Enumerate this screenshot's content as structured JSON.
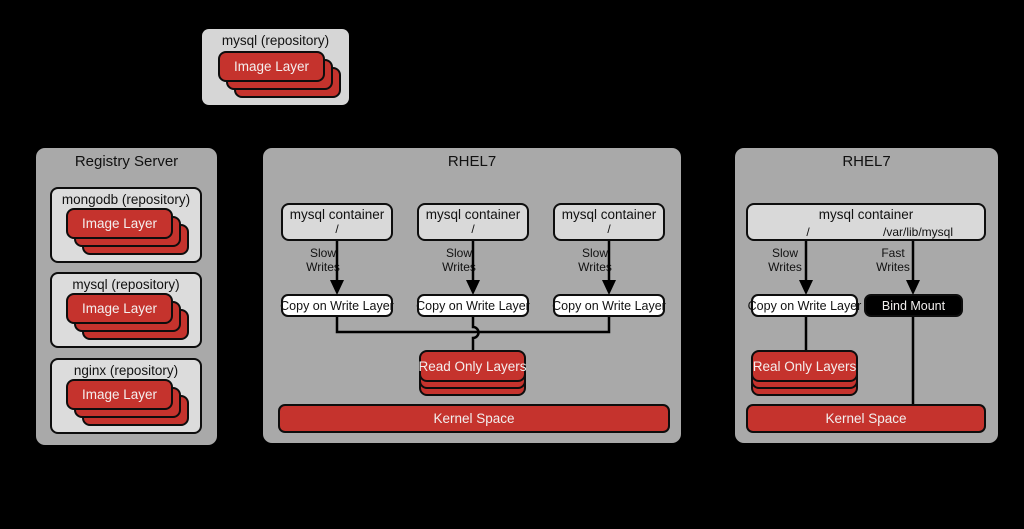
{
  "palette": {
    "background": "#000000",
    "panel_gray": "#a9a9a9",
    "box_light_gray": "#d9d9d9",
    "red": "#c5332d",
    "white_box": "#ffffff",
    "black_box": "#000000",
    "light_text": "#f4efee",
    "dark_text": "#111111"
  },
  "top_repository": {
    "title": "mysql (repository)",
    "image_layer_label": "Image Layer"
  },
  "registry_server": {
    "title": "Registry Server",
    "repositories": [
      {
        "title": "mongodb (repository)",
        "image_layer_label": "Image Layer"
      },
      {
        "title": "mysql (repository)",
        "image_layer_label": "Image Layer"
      },
      {
        "title": "nginx (repository)",
        "image_layer_label": "Image Layer"
      }
    ]
  },
  "rhel7_left": {
    "title": "RHEL7",
    "containers": [
      {
        "title": "mysql container",
        "mount": "/",
        "arrow_label": "Slow\nWrites",
        "cow_label": "Copy on Write Layer"
      },
      {
        "title": "mysql container",
        "mount": "/",
        "arrow_label": "Slow\nWrites",
        "cow_label": "Copy on Write Layer"
      },
      {
        "title": "mysql container",
        "mount": "/",
        "arrow_label": "Slow\nWrites",
        "cow_label": "Copy on Write Layer"
      }
    ],
    "read_only_label": "Read Only Layers",
    "kernel_label": "Kernel Space"
  },
  "rhel7_right": {
    "title": "RHEL7",
    "container": {
      "title": "mysql container",
      "root_mount": "/",
      "data_mount": "/var/lib/mysql"
    },
    "slow_arrow_label": "Slow\nWrites",
    "fast_arrow_label": "Fast\nWrites",
    "cow_label": "Copy on Write Layer",
    "bind_mount_label": "Bind Mount",
    "read_only_label": "Real Only Layers",
    "kernel_label": "Kernel Space"
  }
}
